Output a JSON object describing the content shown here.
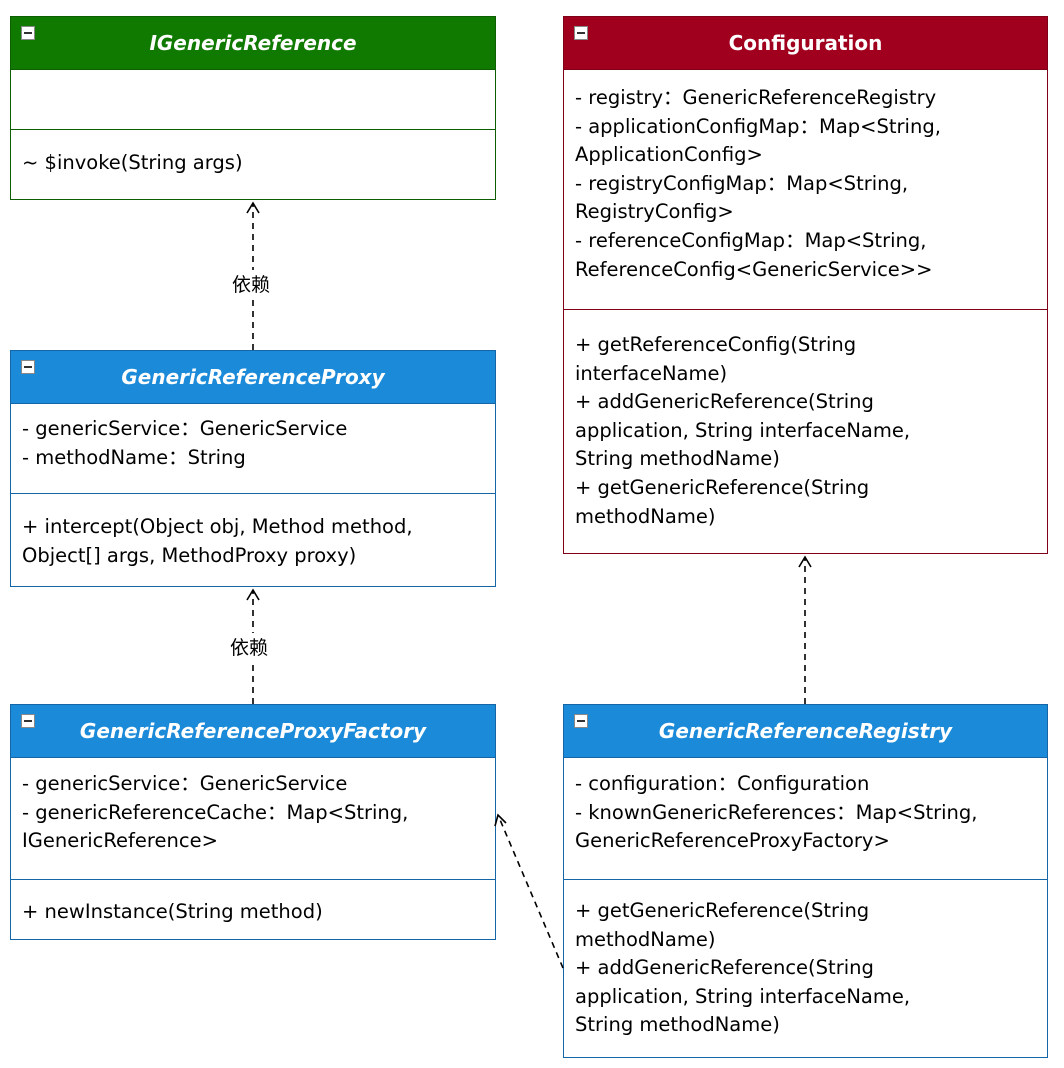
{
  "classes": {
    "igeneric_reference": {
      "name": "IGenericReference",
      "attributes": [],
      "methods": [
        "~ $invoke(String args)"
      ],
      "color": "#107a00"
    },
    "configuration": {
      "name": "Configuration",
      "attributes": [
        "- registry：GenericReferenceRegistry",
        "- applicationConfigMap：Map<String,",
        "ApplicationConfig>",
        "- registryConfigMap：Map<String,",
        "RegistryConfig>",
        "- referenceConfigMap：Map<String,",
        "ReferenceConfig<GenericService>>"
      ],
      "methods": [
        "+ getReferenceConfig(String",
        "interfaceName)",
        "+ addGenericReference(String",
        "application, String interfaceName,",
        "String methodName)",
        "+ getGenericReference(String",
        "methodName)"
      ],
      "color": "#a0001e"
    },
    "generic_reference_proxy": {
      "name": "GenericReferenceProxy",
      "attributes": [
        "- genericService：GenericService",
        "- methodName：String"
      ],
      "methods": [
        "+ intercept(Object obj, Method method,",
        "Object[] args, MethodProxy proxy)"
      ],
      "color": "#1b8ad8"
    },
    "generic_reference_proxy_factory": {
      "name": "GenericReferenceProxyFactory",
      "attributes": [
        "- genericService：GenericService",
        "- genericReferenceCache：Map<String,",
        "IGenericReference>"
      ],
      "methods": [
        "+ newInstance(String method)"
      ],
      "color": "#1b8ad8"
    },
    "generic_reference_registry": {
      "name": "GenericReferenceRegistry",
      "attributes": [
        "- configuration：Configuration",
        "- knownGenericReferences：Map<String,",
        "GenericReferenceProxyFactory>"
      ],
      "methods": [
        "+ getGenericReference(String",
        "methodName)",
        "+ addGenericReference(String",
        "application, String interfaceName,",
        "String methodName)"
      ],
      "color": "#1b8ad8"
    }
  },
  "edges": {
    "proxy_to_interface_label": "依赖",
    "factory_to_proxy_label": "依赖"
  }
}
